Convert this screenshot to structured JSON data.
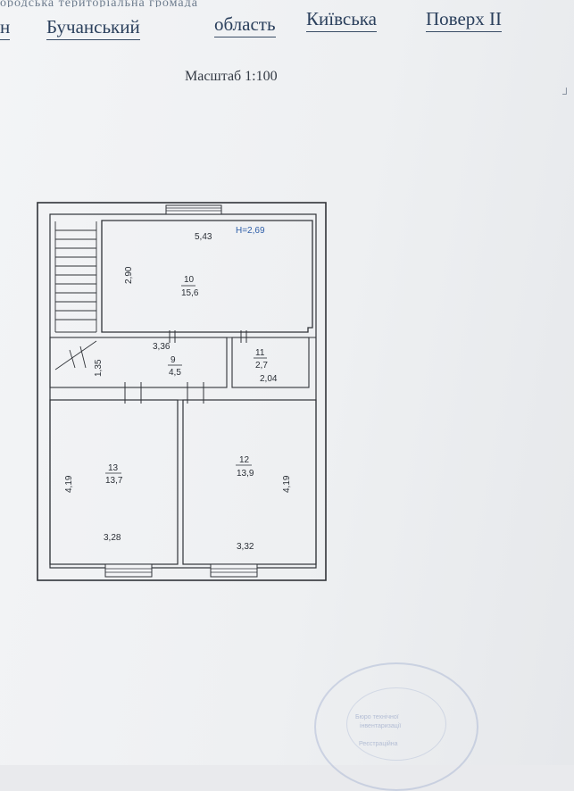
{
  "header": {
    "top_strip": "ородська територіальна громада",
    "fragment": "н",
    "district": "Бучанський",
    "region_word": "область",
    "region": "Київська",
    "floor": "Поверх II"
  },
  "scale": "Масштаб 1:100",
  "rooms": [
    {
      "id": "10",
      "area": "15,6"
    },
    {
      "id": "9",
      "area": "4,5"
    },
    {
      "id": "11",
      "area": "2,7"
    },
    {
      "id": "13",
      "area": "13,7"
    },
    {
      "id": "12",
      "area": "13,9"
    }
  ],
  "dimensions": {
    "height": "H=2,69",
    "r10_width": "5,43",
    "r10_depth": "2,90",
    "r9_width": "3,36",
    "stair_depth": "1,35",
    "r11_width": "2,04",
    "r13_depth": "4,19",
    "r13_width": "3,28",
    "r12_depth": "4,19",
    "r12_width": "3,32"
  },
  "stamp": {
    "line1": "Бюро технічної",
    "line2": "інвентаризації",
    "line3": "Реєстраційна"
  },
  "colors": {
    "header_text": "#2a3f5c",
    "height_label": "#2e5ea8",
    "stamp": "#7884be"
  }
}
